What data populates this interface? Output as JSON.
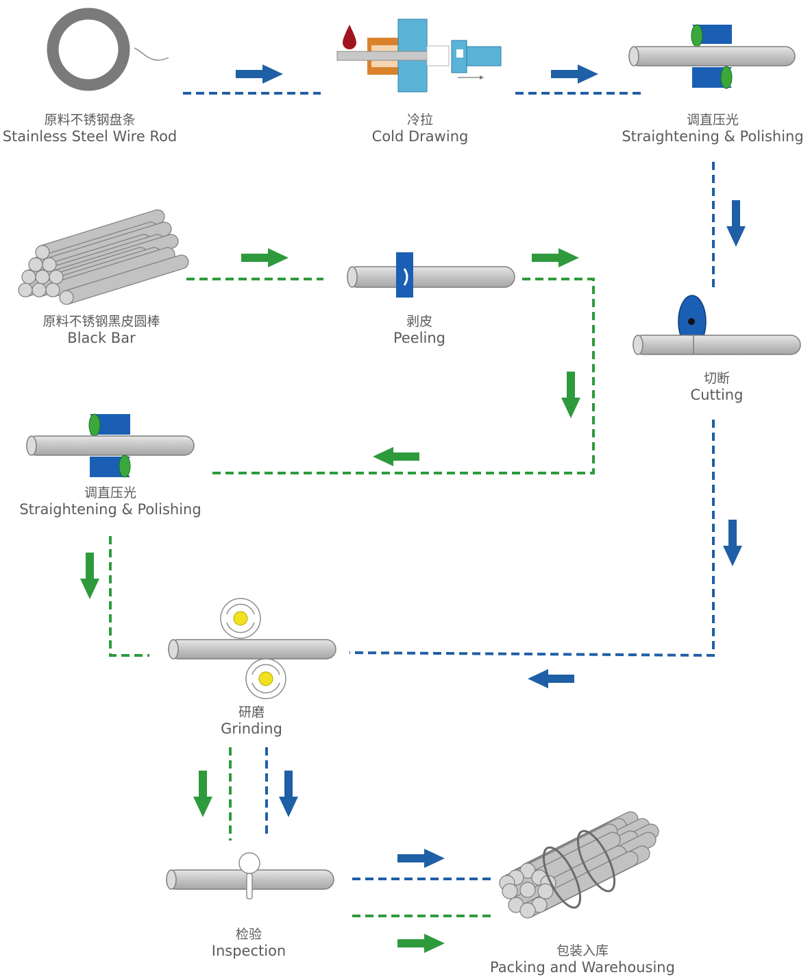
{
  "steps": {
    "wire_rod": {
      "zh": "原料不锈钢盘条",
      "en": "Stainless Steel Wire Rod"
    },
    "cold_drawing": {
      "zh": "冷拉",
      "en": "Cold Drawing"
    },
    "straightening_1": {
      "zh": "调直压光",
      "en": "Straightening & Polishing"
    },
    "black_bar": {
      "zh": "原料不锈钢黑皮圆棒",
      "en": "Black Bar"
    },
    "peeling": {
      "zh": "剥皮",
      "en": "Peeling"
    },
    "cutting": {
      "zh": "切断",
      "en": "Cutting"
    },
    "straightening_2": {
      "zh": "调直压光",
      "en": "Straightening & Polishing"
    },
    "grinding": {
      "zh": "研磨",
      "en": "Grinding"
    },
    "inspection": {
      "zh": "检验",
      "en": "Inspection"
    },
    "packing": {
      "zh": "包装入库",
      "en": "Packing and Warehousing"
    }
  },
  "colors": {
    "blue_route": "#1f5fa5",
    "green_route": "#2e9a3c",
    "steel": "#c8c8c8",
    "steel_dark": "#8c8c8c",
    "die_blue": "#5cb3d8",
    "roller_blue": "#1a5fb4",
    "roller_green": "#3aa83a",
    "copper": "#d9822b",
    "oil": "#a0141e",
    "yellow": "#f0e020"
  }
}
